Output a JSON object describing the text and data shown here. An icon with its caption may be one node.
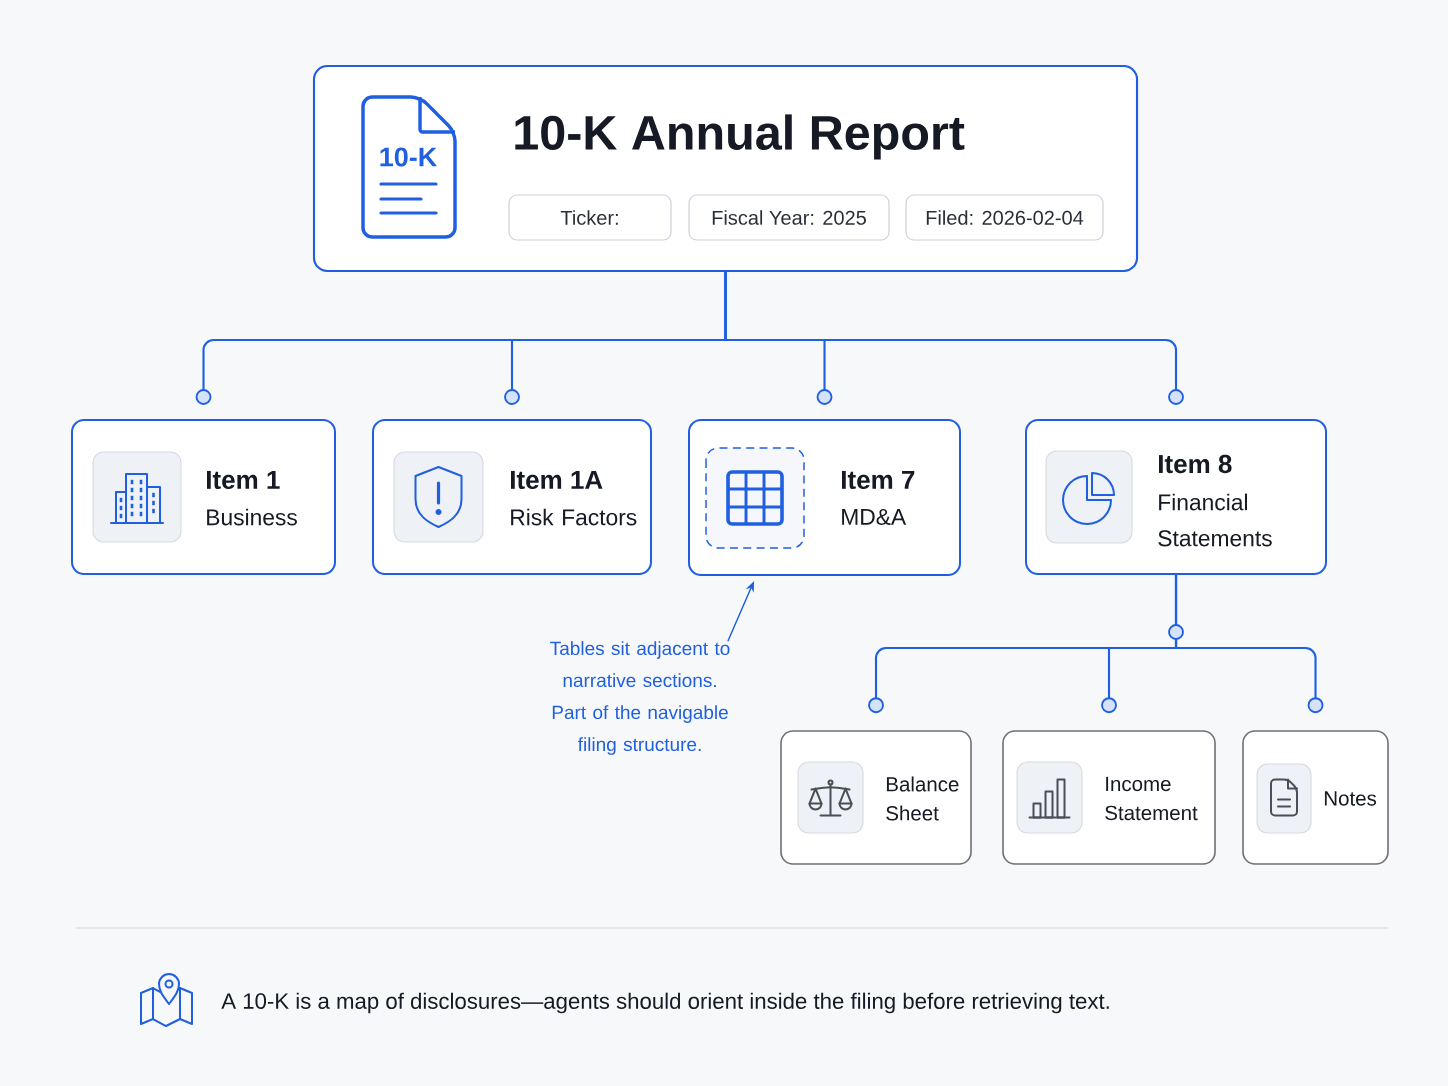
{
  "diagram": {
    "caption": "A 10-K is a map of disclosures—agents should orient inside the filing before retrieving text.",
    "nodes": [
      {
        "text": [
          "10-K Annual Report"
        ]
      },
      {
        "text": [
          "10-K"
        ],
        "in": 0
      },
      {
        "text": [
          "Ticker:"
        ],
        "in": 0
      },
      {
        "text": [
          "Fiscal Year: 2025"
        ],
        "in": 0
      },
      {
        "text": [
          "Filed: 2026-02-04"
        ],
        "in": 0
      },
      {
        "text": [
          "Item 1",
          "Business"
        ]
      },
      {
        "text": [
          "Item 1A",
          "Risk Factors"
        ]
      },
      {
        "text": [
          "Item 7",
          "MD&A"
        ]
      },
      {
        "text": [
          "Item 8",
          "Financial Statements"
        ]
      },
      {
        "text": [
          "Tables sit adjacent to narrative sections.",
          "Part of the navigable filing structure."
        ]
      },
      {
        "text": [
          "Balance Sheet"
        ]
      },
      {
        "text": [
          "Income Statement"
        ]
      },
      {
        "text": [
          "Notes"
        ]
      }
    ],
    "edges": [
      {
        "from": 0,
        "to": 5,
        "arrow": "other"
      },
      {
        "from": 0,
        "to": 6,
        "arrow": "other"
      },
      {
        "from": 0,
        "to": 7,
        "arrow": "other"
      },
      {
        "from": 0,
        "to": 8,
        "arrow": "other"
      },
      {
        "from": 8,
        "to": 10,
        "arrow": "other"
      },
      {
        "from": 8,
        "to": 11,
        "arrow": "other"
      },
      {
        "from": 8,
        "to": 12,
        "arrow": "other"
      },
      {
        "from": 9,
        "to": 7,
        "arrow": "to"
      }
    ]
  }
}
